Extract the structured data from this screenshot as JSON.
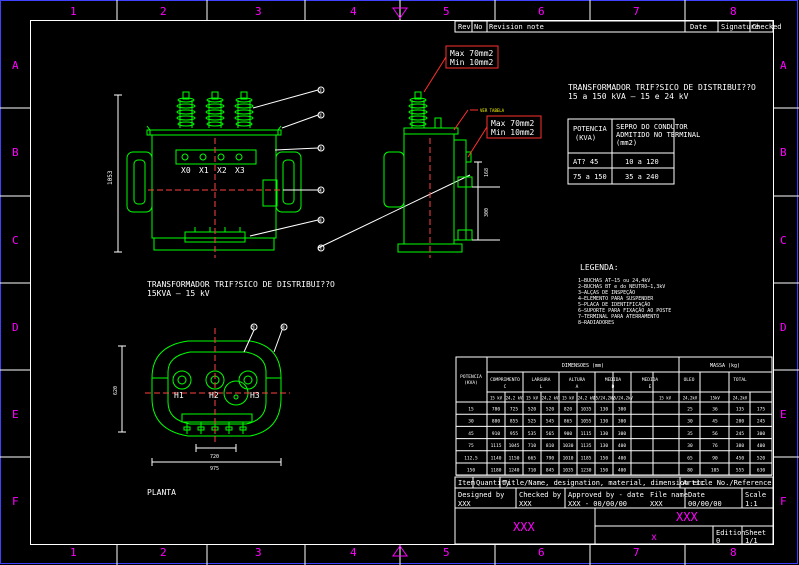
{
  "frame": {
    "col_numbers": [
      "1",
      "2",
      "3",
      "4",
      "5",
      "6",
      "7",
      "8"
    ],
    "row_letters": [
      "A",
      "B",
      "C",
      "D",
      "E",
      "F"
    ]
  },
  "revision_header": {
    "rev": "Rev",
    "no": "No",
    "revision_note": "Revision note",
    "date": "Date",
    "signature": "Signature",
    "checked": "Checked"
  },
  "colors": {
    "drawing": "#00ff00",
    "annotation": "#ffffff",
    "callout": "#ff3030",
    "titleblock": "#ff00ff",
    "frame": "#4040ff",
    "tag": "#ffff00"
  },
  "front_view": {
    "title_line1": "TRANSFORMADOR TRIF?SICO DE DISTRIBUI??O",
    "title_line2": "15KVA — 15 kV",
    "terminals": [
      "X0",
      "X1",
      "X2",
      "X3"
    ],
    "callouts": [
      "①",
      "②",
      "③",
      "④",
      "⑤",
      "⑥",
      "⑦"
    ],
    "dim_height": "1053"
  },
  "side_view": {
    "callout_top": [
      "Max 70mm2",
      "Min 10mm2"
    ],
    "callout_mid": [
      "Max 70mm2",
      "Min 10mm2"
    ],
    "tag_label": "VER TABELA",
    "dims": [
      "168",
      "300"
    ]
  },
  "plan_view": {
    "label": "PLANTA",
    "terminals": [
      "H1",
      "H2",
      "H3"
    ],
    "callouts": [
      "⑤",
      "⑥"
    ],
    "dims": [
      "620",
      "720",
      "975"
    ]
  },
  "conductor": {
    "title_line1": "TRANSFORMADOR TRIF?SICO DE DISTRIBUI??O",
    "title_line2": "15 a 150 kVA — 15 e 24 kV",
    "header_left": [
      "POTENCIA",
      "(KVA)"
    ],
    "header_right": [
      "SEPRO DO CONDUTOR",
      "ADMITIDO NO TERMINAL",
      "(mm2)"
    ],
    "rows": [
      [
        "AT? 45",
        "10 a 120"
      ],
      [
        "75 a 150",
        "35 a 240"
      ]
    ]
  },
  "legend": {
    "title": "LEGENDA:",
    "items": [
      "1—BUCHAS AT—15 ou 24,4kV",
      "2—BUCHAS BT e do NEUTRO—1,3kV",
      "3—ALÇAS DE INSPEÇÃO",
      "4—ELEMENTO PARA SUSPENDER",
      "5—PLACA DE IDENTIFICAÇÃO",
      "6—SUPORTE PARA FIXAÇÃO AO POSTE",
      "7—TERMINAL PARA ATERRAMENTO",
      "8—RADIADORES"
    ]
  },
  "dimension_table": {
    "potencia_header": [
      "POTENCIA",
      "(KVA)"
    ],
    "dimensoes_header": "DIMENSOES (mm)",
    "massa_header": "MASSA (kg)",
    "groups": [
      {
        "name": "COMPRIMENTO",
        "letter": "C"
      },
      {
        "name": "LARGURA",
        "letter": "L"
      },
      {
        "name": "ALTURA",
        "letter": "A"
      },
      {
        "name": "MEDIDA",
        "letter": "D"
      },
      {
        "name": "MEDIDA",
        "letter": "E"
      },
      {
        "name": "OLEO",
        "letter": ""
      },
      {
        "name": "TOTAL",
        "letter": ""
      }
    ],
    "subheaders": [
      "15 kV",
      "24,2 kV",
      "15 kV",
      "24,2 kV",
      "15 kV",
      "24,2 kV",
      "15/24,2kV",
      "15/24,2kV",
      "15 kV",
      "24,2kV",
      "15kV",
      "24,2kV"
    ],
    "rows": [
      [
        "15",
        "780",
        "725",
        "520",
        "520",
        "820",
        "1035",
        "130",
        "300",
        "25",
        "36",
        "135",
        "175"
      ],
      [
        "30",
        "880",
        "855",
        "525",
        "545",
        "865",
        "1055",
        "130",
        "300",
        "30",
        "45",
        "200",
        "245"
      ],
      [
        "45",
        "910",
        "955",
        "535",
        "565",
        "900",
        "1115",
        "130",
        "300",
        "35",
        "56",
        "245",
        "300"
      ],
      [
        "75",
        "1115",
        "1045",
        "710",
        "810",
        "1030",
        "1135",
        "130",
        "400",
        "30",
        "76",
        "380",
        "400"
      ],
      [
        "112,5",
        "1140",
        "1150",
        "665",
        "790",
        "1010",
        "1185",
        "150",
        "400",
        "65",
        "90",
        "450",
        "520"
      ],
      [
        "150",
        "1180",
        "1240",
        "710",
        "845",
        "1035",
        "1230",
        "150",
        "400",
        "80",
        "105",
        "555",
        "630"
      ]
    ]
  },
  "title_block": {
    "items_header": "Item",
    "quantity_header": "Quantity",
    "title_header": "Title/Name, designation, material, dimension etc",
    "article_header": "Article No./Reference",
    "designed_by_label": "Designed by",
    "designed_by_value": "XXX",
    "checked_by_label": "Checked by",
    "checked_by_value": "XXX",
    "approved_label": "Approved by - date",
    "approved_value": "XXX - 00/00/00",
    "file_label": "File name",
    "file_value": "XXX",
    "date_label": "Date",
    "date_value": "00/00/00",
    "scale_label": "Scale",
    "scale_value": "1:1",
    "company": "XXX",
    "drawing_title": "XXX",
    "drawing_sub": "x",
    "edition_label": "Edition",
    "edition_value": "0",
    "sheet_label": "Sheet",
    "sheet_value": "1/1"
  }
}
